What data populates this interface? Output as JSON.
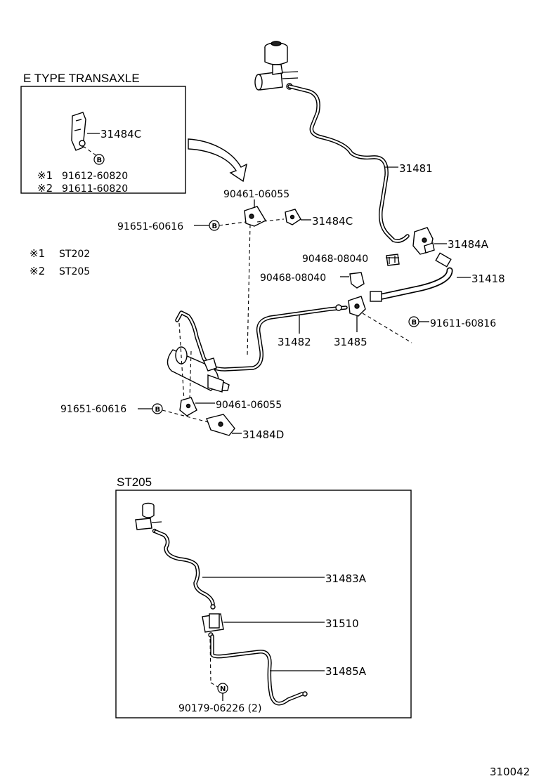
{
  "sections": {
    "e_type_title": "E TYPE TRANSAXLE",
    "st205_title": "ST205"
  },
  "notes": [
    {
      "symbol": "※1",
      "text": "ST202"
    },
    {
      "symbol": "※2",
      "text": "ST205"
    }
  ],
  "inset_parts": {
    "bracket": "31484C",
    "bolt_mark": "B",
    "bolt1_symbol": "※1",
    "bolt1": "91612-60820",
    "bolt2_symbol": "※2",
    "bolt2": "91611-60820"
  },
  "parts": {
    "p31481": "31481",
    "p31484c": "31484C",
    "p31484a": "31484A",
    "p31418": "31418",
    "p31482": "31482",
    "p31485": "31485",
    "p31484d": "31484D",
    "p90461_top": "90461-06055",
    "p90461_bottom": "90461-06055",
    "p91651_top": "91651-60616",
    "p91651_bottom": "91651-60616",
    "p90468_a": "90468-08040",
    "p90468_b": "90468-08040",
    "p91611": "91611-60816",
    "mark_b": "B"
  },
  "st205_parts": {
    "p31483a": "31483A",
    "p31510": "31510",
    "p31485a": "31485A",
    "p90179": "90179-06226 (2)",
    "mark_n": "N"
  },
  "figure_code": "310042"
}
